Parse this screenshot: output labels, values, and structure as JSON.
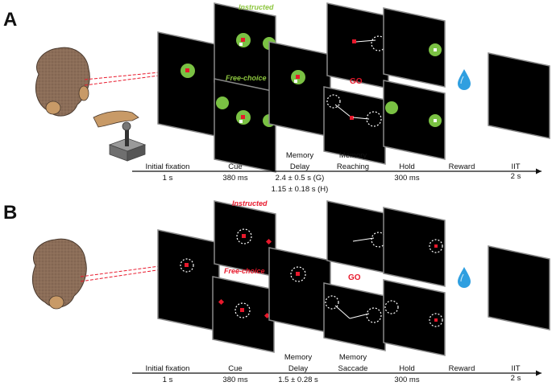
{
  "colors": {
    "green_label": "#8dc63f",
    "red_label": "#e8192c",
    "target_green": "#7ac143",
    "dot_red": "#e8192c",
    "monkey_fur": "#8b6d58",
    "water_drop": "#2f9fe0"
  },
  "panel_a": {
    "letter": "A",
    "instructed_label": "Instructed",
    "free_choice_label": "Free-choice",
    "go_label": "GO",
    "timeline": {
      "phases": [
        {
          "name": "Initial fixation",
          "duration": "1 s"
        },
        {
          "name": "Cue",
          "duration": "380 ms"
        },
        {
          "name": "Memory",
          "name2": "Delay",
          "duration": "2.4 ± 0.5 s (G)",
          "duration2": "1.15 ± 0.18 s (H)"
        },
        {
          "name": "Memory",
          "name2": "Reaching"
        },
        {
          "name": "Hold",
          "duration": "300 ms"
        },
        {
          "name": "Reward"
        },
        {
          "name": "IIT",
          "duration": "2 s"
        }
      ]
    }
  },
  "panel_b": {
    "letter": "B",
    "instructed_label": "Instructed",
    "free_choice_label": "Free-choice",
    "go_label": "GO",
    "timeline": {
      "phases": [
        {
          "name": "Initial fixation",
          "duration": "1 s"
        },
        {
          "name": "Cue",
          "duration": "380 ms"
        },
        {
          "name": "Memory",
          "name2": "Delay",
          "duration": "1.5 ± 0.28 s"
        },
        {
          "name": "Memory",
          "name2": "Saccade"
        },
        {
          "name": "Hold",
          "duration": "300 ms"
        },
        {
          "name": "Reward"
        },
        {
          "name": "IIT",
          "duration": "2 s"
        }
      ]
    }
  }
}
